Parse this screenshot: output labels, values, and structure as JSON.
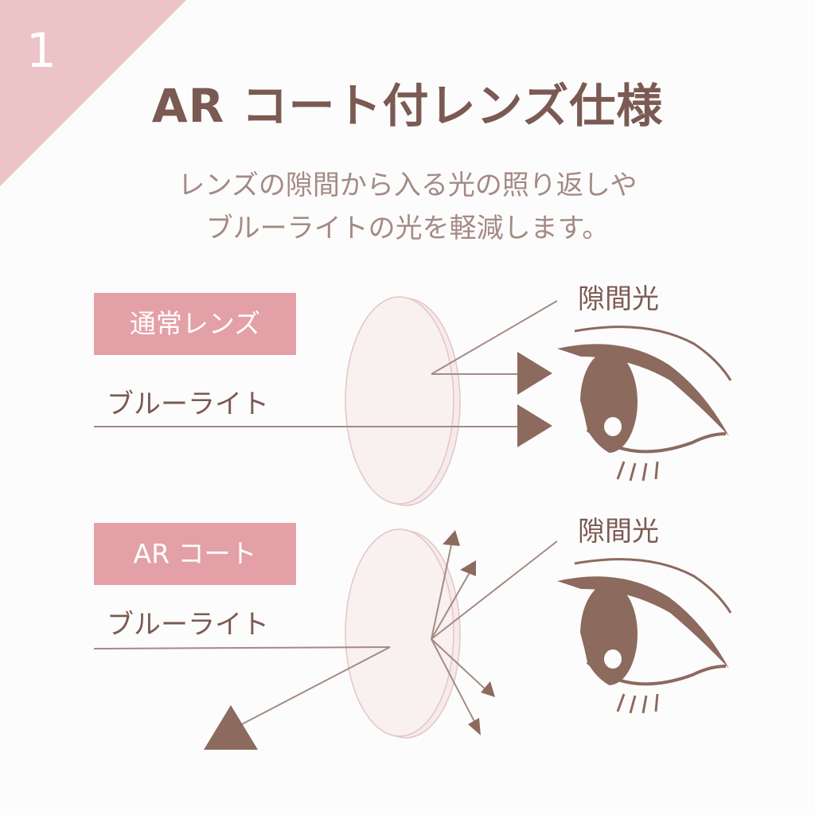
{
  "step_number": "1",
  "title": "AR コート付レンズ仕様",
  "description_lines": [
    "レンズの隙間から入る光の照り返しや",
    "ブルーライトの光を軽減します。"
  ],
  "panels": [
    {
      "badge": "通常レンズ",
      "blue_light_label": "ブルーライト",
      "gap_light_label": "隙間光"
    },
    {
      "badge": "AR コート",
      "blue_light_label": "ブルーライト",
      "gap_light_label": "隙間光"
    }
  ],
  "colors": {
    "accent_pink": "#e3a0a6",
    "corner_pink": "#ecc3c6",
    "brown": "#8c6a5e",
    "text_brown": "#7a5a52",
    "line_brown": "#a48b84",
    "lens_fill": "#f8eeee",
    "lens_stroke": "#e6c4c6"
  }
}
